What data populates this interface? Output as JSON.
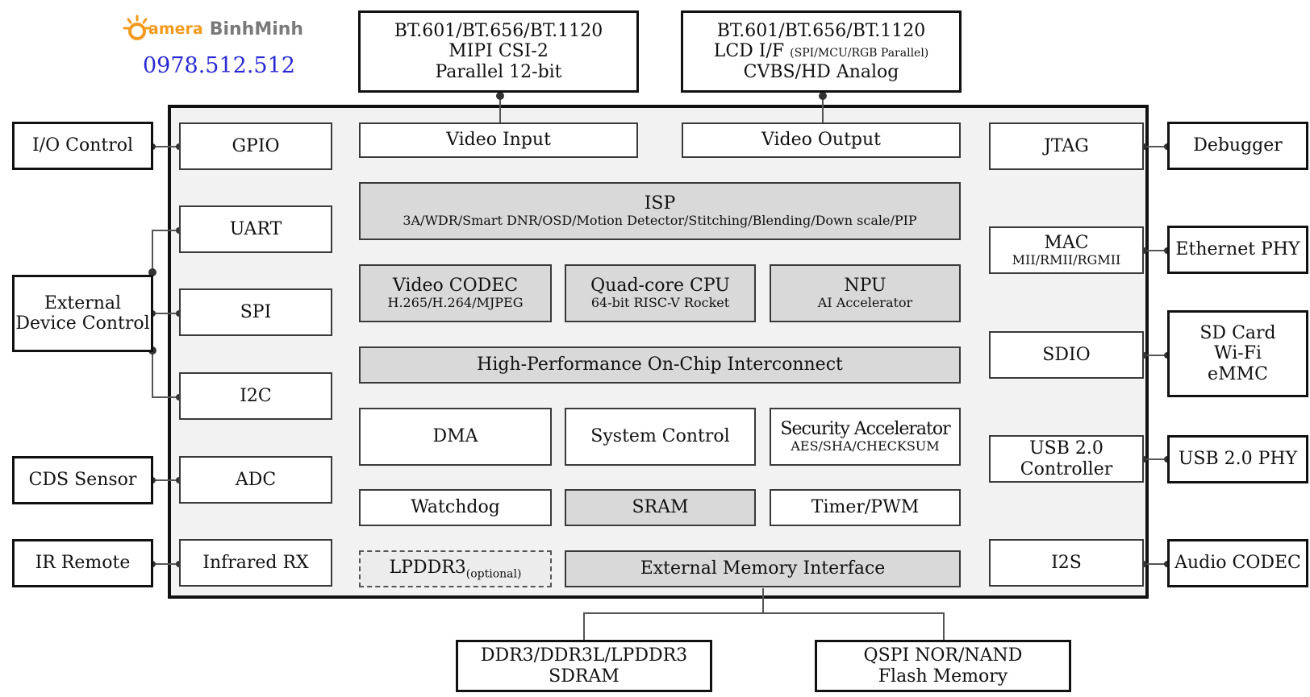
{
  "logo": {
    "brand_first": "amera",
    "brand_second": "BinhMinh",
    "phone": "0978.512.512"
  },
  "top": {
    "video_in_ext": {
      "line1": "BT.601/BT.656/BT.1120",
      "line2": "MIPI CSI-2",
      "line3": "Parallel 12-bit"
    },
    "video_out_ext": {
      "line1": "BT.601/BT.656/BT.1120",
      "line2a": "LCD I/F",
      "line2b": "(SPI/MCU/RGB Parallel)",
      "line3": "CVBS/HD Analog"
    }
  },
  "left_external": {
    "io_control": "I/O Control",
    "external_device_l1": "External",
    "external_device_l2": "Device Control",
    "cds_sensor": "CDS Sensor",
    "ir_remote": "IR Remote"
  },
  "left_blocks": {
    "gpio": "GPIO",
    "uart": "UART",
    "spi": "SPI",
    "i2c": "I2C",
    "adc": "ADC",
    "infrared_rx": "Infrared RX"
  },
  "center": {
    "video_input": "Video Input",
    "video_output": "Video Output",
    "isp_title": "ISP",
    "isp_sub": "3A/WDR/Smart DNR/OSD/Motion Detector/Stitching/Blending/Down scale/PIP",
    "codec_title": "Video CODEC",
    "codec_sub": "H.265/H.264/MJPEG",
    "cpu_title": "Quad-core CPU",
    "cpu_sub": "64-bit RISC-V Rocket",
    "npu_title": "NPU",
    "npu_sub": "AI Accelerator",
    "interconnect": "High-Performance On-Chip Interconnect",
    "dma": "DMA",
    "system_control": "System Control",
    "security_title": "Security Accelerator",
    "security_sub": "AES/SHA/CHECKSUM",
    "watchdog": "Watchdog",
    "sram": "SRAM",
    "timer": "Timer/PWM",
    "lpddr3": "LPDDR3",
    "lpddr3_sub": "(optional)",
    "emi": "External Memory Interface"
  },
  "right_blocks": {
    "jtag": "JTAG",
    "mac_title": "MAC",
    "mac_sub": "MII/RMII/RGMII",
    "sdio": "SDIO",
    "usb_l1": "USB 2.0",
    "usb_l2": "Controller",
    "i2s": "I2S"
  },
  "right_external": {
    "debugger": "Debugger",
    "ethernet_phy": "Ethernet PHY",
    "sd_l1": "SD Card",
    "sd_l2": "Wi-Fi",
    "sd_l3": "eMMC",
    "usb_phy": "USB 2.0 PHY",
    "audio_codec": "Audio CODEC"
  },
  "bottom": {
    "ddr_l1": "DDR3/DDR3L/LPDDR3",
    "ddr_l2": "SDRAM",
    "flash_l1": "QSPI NOR/NAND",
    "flash_l2": "Flash Memory"
  },
  "colors": {
    "logo_orange": "#f39a1e",
    "logo_gray": "#7a7a7a",
    "phone_blue": "#2a2ad4",
    "block_gray": "#d9d9d9",
    "chip_fill": "#f2f2f2"
  }
}
